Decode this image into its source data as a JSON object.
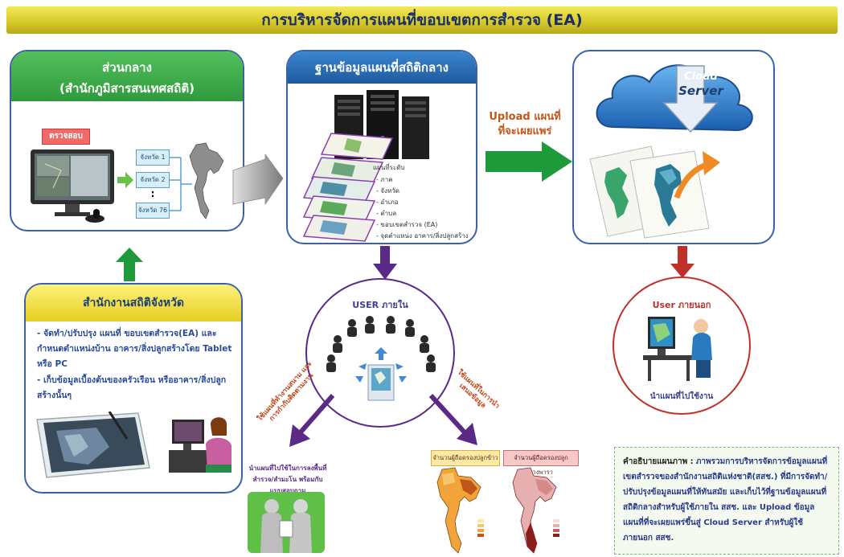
{
  "title": "การบริหารจัดการแผนที่ขอบเขตการสำรวจ (EA)",
  "central": {
    "title_line1": "ส่วนกลาง",
    "title_line2": "(สำนักภูมิสารสนเทศสถิติ)",
    "check_label": "ตรวจสอบ",
    "province_labels": [
      "จังหวัด 1",
      "จังหวัด 2",
      ":",
      "จังหวัด 76"
    ]
  },
  "database": {
    "title": "ฐานข้อมูลแผนที่สถิติกลาง",
    "layers_heading": "แผนที่ระดับ",
    "layers": [
      "- ภาค",
      "- จังหวัด",
      "- อำเภอ",
      "- ตำบล",
      "- ขอบเขตสำรวจ (EA)",
      "- จุดตำแหน่ง อาคาร/สิ่งปลูกสร้าง"
    ]
  },
  "upload_label_line1": "Upload แผนที่",
  "upload_label_line2": "ที่จะเผยแพร่",
  "cloud": {
    "line1": "Cloud",
    "line2": "Server"
  },
  "province_office": {
    "title": "สำนักงานสถิติจังหวัด",
    "bullet1": "- จัดทำ/ปรับปรุง แผนที่ ขอบเขตสำรวจ(EA) และกำหนดตำแหน่งบ้าน อาคาร/สิ่งปลูกสร้างโดย Tablet หรือ PC",
    "bullet2": "- เก็บข้อมูลเบื้องต้นของครัวเรือน หรืออาคาร/สิ่งปลูกสร้างนั้นๆ"
  },
  "user_internal": {
    "label": "USER ภายใน",
    "left_label": "ใช้แผนที่ทำงานสนาม และการกำกับติดตามงาน",
    "right_label": "ใช้แผนที่ในการนำเสนอข้อมูล"
  },
  "user_external": {
    "label": "User ภายนอก",
    "caption": "นำแผนที่ไปใช้งาน"
  },
  "field_use_caption": "นำแผนที่ไปใช้ในการลงพื้นที่ สำรวจ/สำมะโน พร้อมกับแบบสอบถาม",
  "map_legends": [
    "จำนวนผู้ถือครองปลูกข้าว",
    "จำนวนผู้ถือครองปลูกยางพารา"
  ],
  "description": {
    "heading": "คำอธิบายแผนภาพ :",
    "text": "ภาพรวมการบริหารจัดการข้อมูลแผนที่เขตสำรวจของสำนักงานสถิติแห่งชาติ(สสช.) ที่มีการจัดทำ/ปรับปรุงข้อมูลแผนที่ให้ทันสมัย และเก็บไว้ที่ฐานข้อมูลแผนที่สถิติกลางสำหรับผู้ใช้ภายใน สสช. และ Upload ข้อมูลแผนที่ที่จะเผยแพร่ขึ้นสู่ Cloud Server สำหรับผู้ใช้ภายนอก สสช."
  },
  "colors": {
    "title_bar": "#d7cb2a",
    "central_header": "#3fae4a",
    "db_header": "#2a6fb5",
    "panel_border": "#3b62a8",
    "province_header": "#f1dd3a",
    "purple_arrow": "#5b2a86",
    "red_arrow": "#c0302a",
    "green_arrow": "#1e9a3a"
  }
}
